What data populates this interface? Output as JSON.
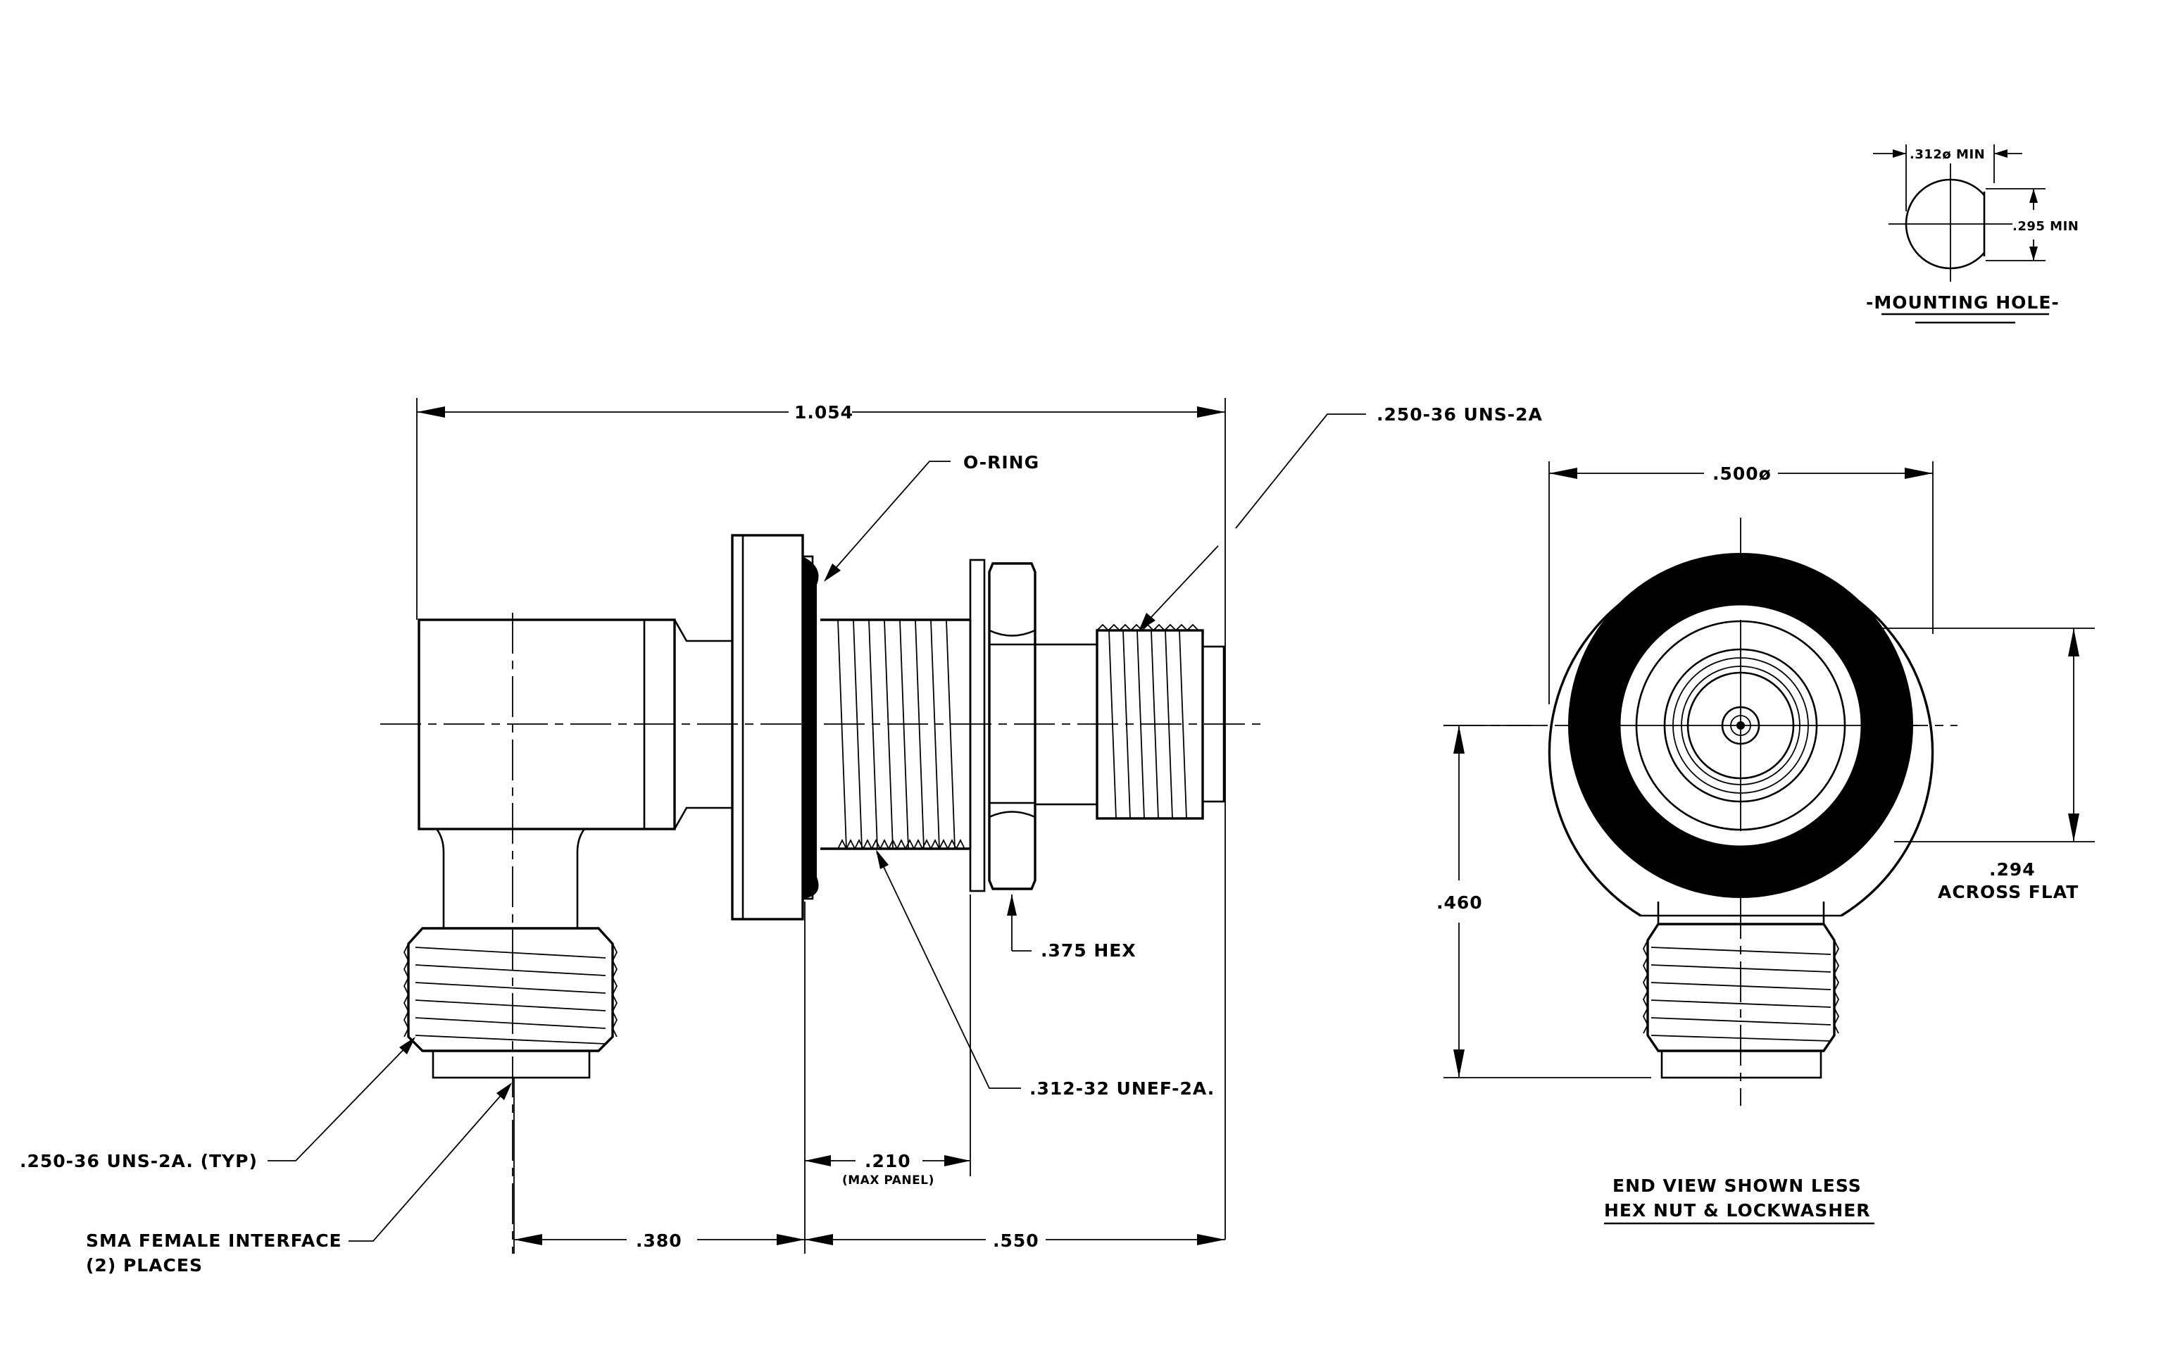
{
  "mounting_hole": {
    "diameter_label": ".312ø MIN",
    "flat_label": ".295 MIN",
    "title": "-MOUNTING HOLE-"
  },
  "side_view": {
    "overall_length": "1.054",
    "o_ring": "O-RING",
    "rear_thread": ".250-36 UNS-2A",
    "hex": ".375 HEX",
    "body_thread": ".312-32 UNEF-2A.",
    "panel_thickness": ".210",
    "panel_note": "(MAX PANEL)",
    "dim_left": ".380",
    "dim_right": ".550",
    "typ_thread": ".250-36 UNS-2A. (TYP)",
    "interface_line1": "SMA FEMALE INTERFACE",
    "interface_line2": "(2)  PLACES"
  },
  "end_view": {
    "diameter": ".500ø",
    "across_flat_value": ".294",
    "across_flat_text": "ACROSS FLAT",
    "height": ".460",
    "note_line1": "END VIEW SHOWN LESS",
    "note_line2": "HEX NUT & LOCKWASHER"
  }
}
